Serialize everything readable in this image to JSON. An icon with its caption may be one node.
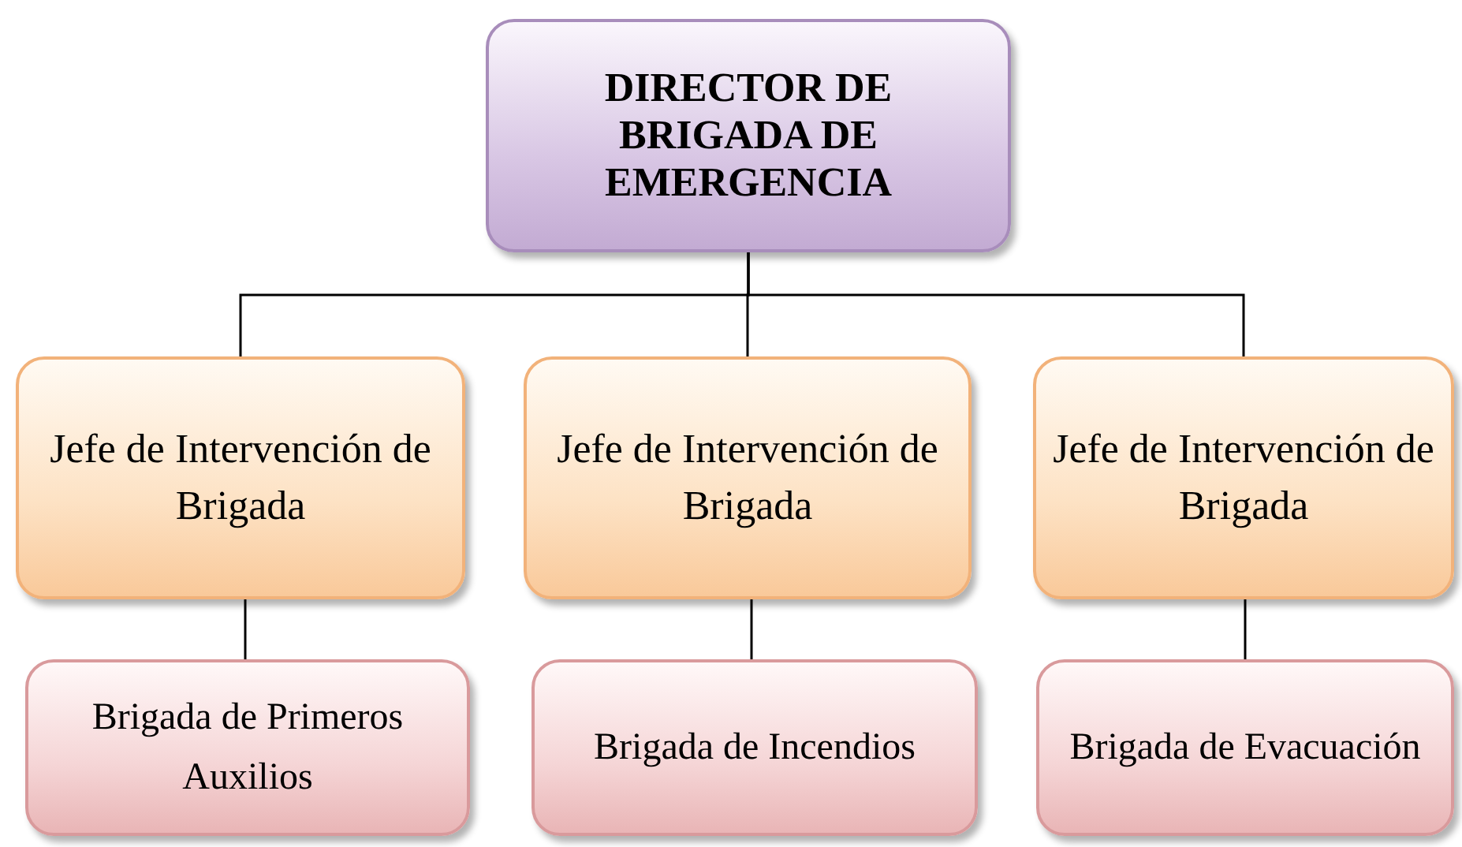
{
  "diagram": {
    "nodes": [
      {
        "text": [
          "DIRECTOR DE BRIGADA DE EMERGENCIA"
        ]
      },
      {
        "text": [
          "Jefe de Intervención de Brigada"
        ]
      },
      {
        "text": [
          "Jefe de Intervención de Brigada"
        ]
      },
      {
        "text": [
          "Jefe de Intervención de Brigada"
        ]
      },
      {
        "text": [
          "Brigada de Primeros Auxilios"
        ]
      },
      {
        "text": [
          "Brigada de Incendios"
        ]
      },
      {
        "text": [
          "Brigada de Evacuación"
        ]
      }
    ],
    "edges": [
      {
        "from": 0,
        "to": 1,
        "arrow": "none"
      },
      {
        "from": 0,
        "to": 2,
        "arrow": "none"
      },
      {
        "from": 0,
        "to": 3,
        "arrow": "none"
      },
      {
        "from": 1,
        "to": 4,
        "arrow": "none"
      },
      {
        "from": 2,
        "to": 5,
        "arrow": "none"
      },
      {
        "from": 3,
        "to": 6,
        "arrow": "none"
      }
    ]
  }
}
